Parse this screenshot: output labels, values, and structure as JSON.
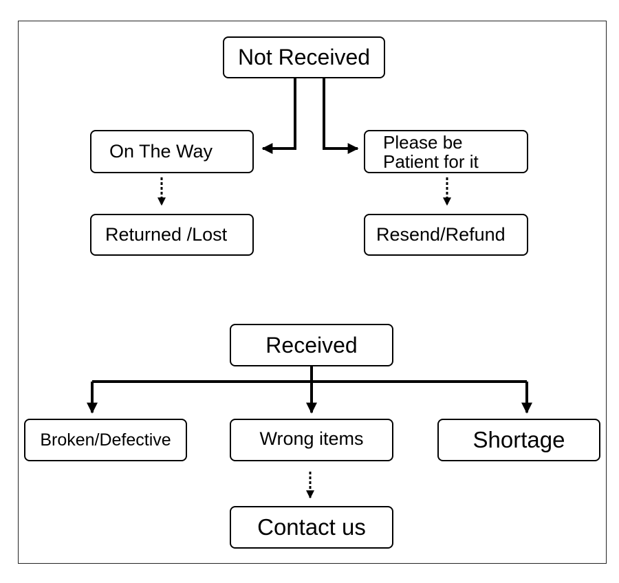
{
  "not_received": {
    "title": "Not Received",
    "on_the_way": "On The Way",
    "please_be_line1": "Please be",
    "please_be_line2": "Patient for it",
    "returned_lost": "Returned /Lost",
    "resend_refund": "Resend/Refund"
  },
  "received": {
    "title": "Received",
    "broken_defective": "Broken/Defective",
    "wrong_items": "Wrong items",
    "shortage": "Shortage",
    "contact_us": "Contact us"
  }
}
